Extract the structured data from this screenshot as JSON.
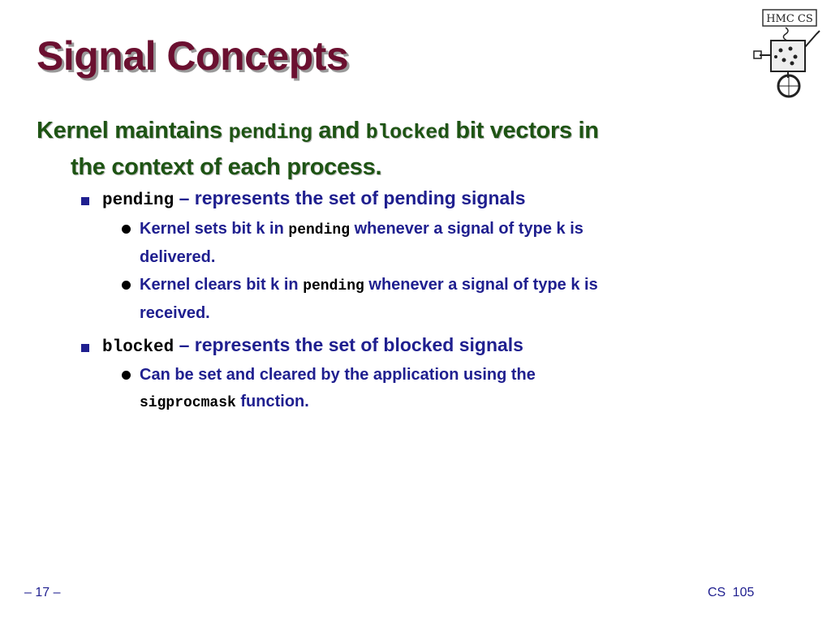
{
  "title": "Signal Concepts",
  "logo": {
    "text": "HMC CS"
  },
  "main_point": {
    "prefix": "Kernel maintains ",
    "code1": "pending",
    "mid": " and ",
    "code2": "blocked",
    "suffix": " bit vectors in",
    "line2": "the context of each process."
  },
  "bullets": [
    {
      "code": "pending",
      "text": " – represents the set of pending signals",
      "subs": [
        {
          "pre": "Kernel sets bit k in ",
          "code": "pending",
          "post": " whenever a signal of type k is",
          "line2": "delivered."
        },
        {
          "pre": "Kernel clears bit k in ",
          "code": "pending",
          "post": " whenever a signal of type k is",
          "line2": "received."
        }
      ]
    },
    {
      "code": "blocked",
      "text": " – represents the set of blocked signals",
      "subs": [
        {
          "pre": "Can be set and cleared by the application using the",
          "line2_code": "sigprocmask",
          "line2_text": " function."
        }
      ]
    }
  ],
  "footer": {
    "page": "– 17 –",
    "course": "CS 105"
  },
  "colors": {
    "title": "#6b1030",
    "level1": "#1e5414",
    "level2": "#1f1f8f"
  }
}
